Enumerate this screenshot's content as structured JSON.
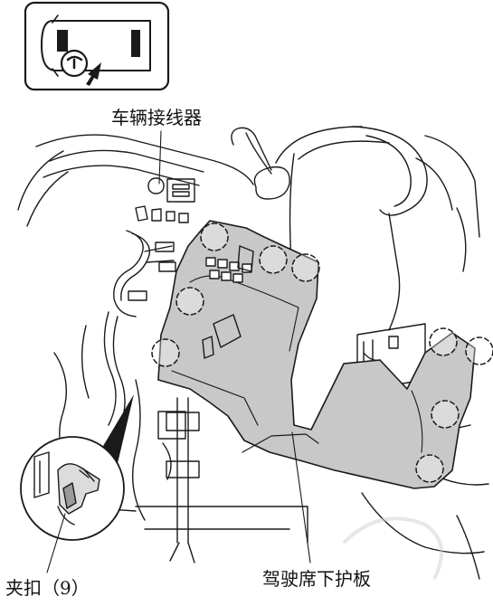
{
  "labels": {
    "connector": "车辆接线器",
    "clip": "夹扣（9）",
    "lower_cover": "驾驶席下护板"
  },
  "colors": {
    "line": "#1a1a1a",
    "panel_fill": "#c8c8c8",
    "background": "#ffffff"
  },
  "icons": {
    "locator": "vehicle-top-view-locator-icon",
    "arrow": "pointer-arrow-icon"
  }
}
